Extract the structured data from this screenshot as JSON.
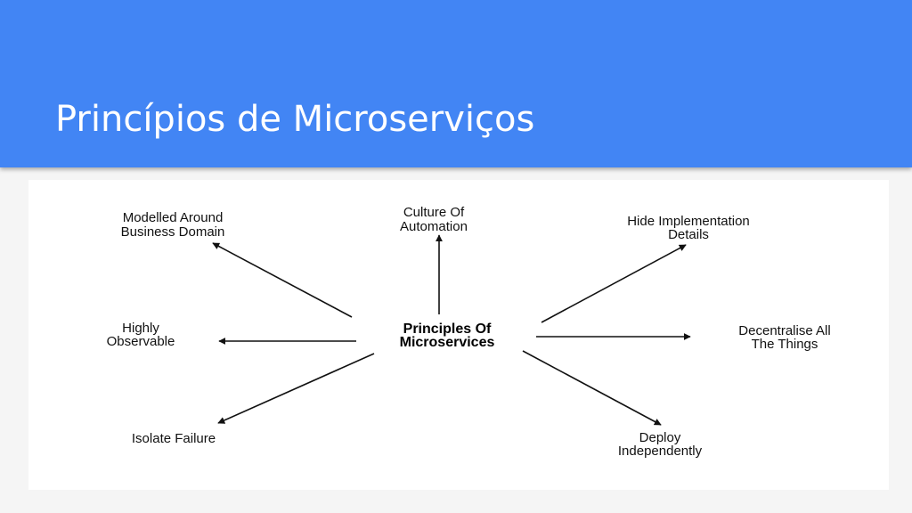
{
  "slide": {
    "title": "Princípios de Microserviços"
  },
  "diagram": {
    "center": {
      "line1": "Principles Of",
      "line2": "Microservices"
    },
    "nodes": {
      "modelled": {
        "line1": "Modelled Around",
        "line2": "Business Domain"
      },
      "culture": {
        "line1": "Culture Of",
        "line2": "Automation"
      },
      "hide": {
        "line1": "Hide Implementation",
        "line2": "Details"
      },
      "observable": {
        "line1": "Highly",
        "line2": "Observable"
      },
      "decentralise": {
        "line1": "Decentralise All",
        "line2": "The Things"
      },
      "isolate": {
        "line1": "Isolate Failure"
      },
      "deploy": {
        "line1": "Deploy",
        "line2": "Independently"
      }
    }
  },
  "colors": {
    "header": "#4285f4",
    "background": "#f5f5f5",
    "panel": "#ffffff",
    "ink": "#111111"
  }
}
